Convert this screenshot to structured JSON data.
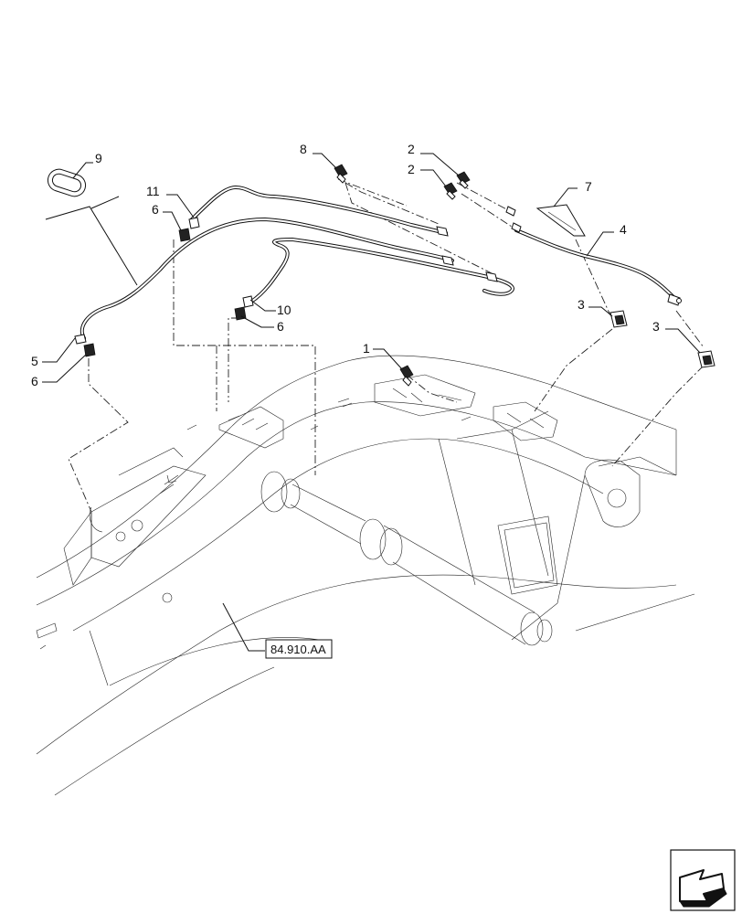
{
  "callouts": [
    {
      "id": "c9",
      "text": "9"
    },
    {
      "id": "c8",
      "text": "8"
    },
    {
      "id": "c2a",
      "text": "2"
    },
    {
      "id": "c2b",
      "text": "2"
    },
    {
      "id": "c7",
      "text": "7"
    },
    {
      "id": "c11",
      "text": "11"
    },
    {
      "id": "c6a",
      "text": "6"
    },
    {
      "id": "c4",
      "text": "4"
    },
    {
      "id": "c10",
      "text": "10"
    },
    {
      "id": "c6b",
      "text": "6"
    },
    {
      "id": "c3a",
      "text": "3"
    },
    {
      "id": "c3b",
      "text": "3"
    },
    {
      "id": "c5",
      "text": "5"
    },
    {
      "id": "c6c",
      "text": "6"
    },
    {
      "id": "c1",
      "text": "1"
    }
  ],
  "reference": {
    "text": "84.910.AA"
  }
}
